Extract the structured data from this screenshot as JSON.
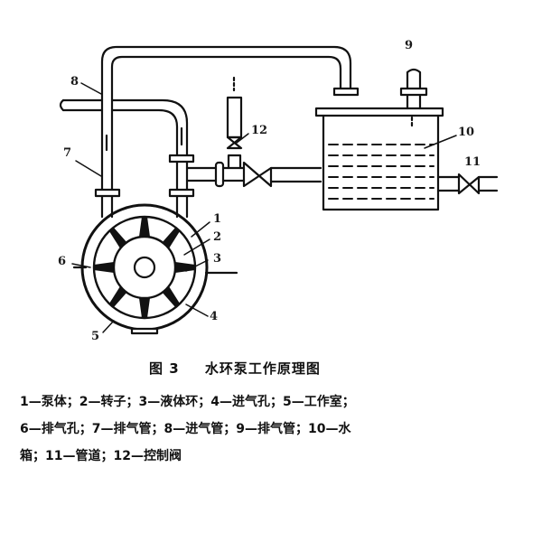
{
  "figure": {
    "caption_number": "图 3",
    "caption_title": "水环泵工作原理图",
    "part_labels": {
      "l1": "1",
      "l2": "2",
      "l3": "3",
      "l4": "4",
      "l5": "5",
      "l6": "6",
      "l7": "7",
      "l8": "8",
      "l9": "9",
      "l10": "10",
      "l11": "11",
      "l12": "12"
    },
    "legend": {
      "line1": "1—泵体；2—转子；3—液体环；4—进气孔；5—工作室；",
      "line2": "6—排气孔；7—排气管；8—进气管；9—排气管；10—水",
      "line3": "箱；11—管道；12—控制阀"
    },
    "parts": [
      {
        "id": 1,
        "name": "泵体"
      },
      {
        "id": 2,
        "name": "转子"
      },
      {
        "id": 3,
        "name": "液体环"
      },
      {
        "id": 4,
        "name": "进气孔"
      },
      {
        "id": 5,
        "name": "工作室"
      },
      {
        "id": 6,
        "name": "排气孔"
      },
      {
        "id": 7,
        "name": "排气管"
      },
      {
        "id": 8,
        "name": "进气管"
      },
      {
        "id": 9,
        "name": "排气管"
      },
      {
        "id": 10,
        "name": "水箱"
      },
      {
        "id": 11,
        "name": "管道"
      },
      {
        "id": 12,
        "name": "控制阀"
      }
    ]
  }
}
